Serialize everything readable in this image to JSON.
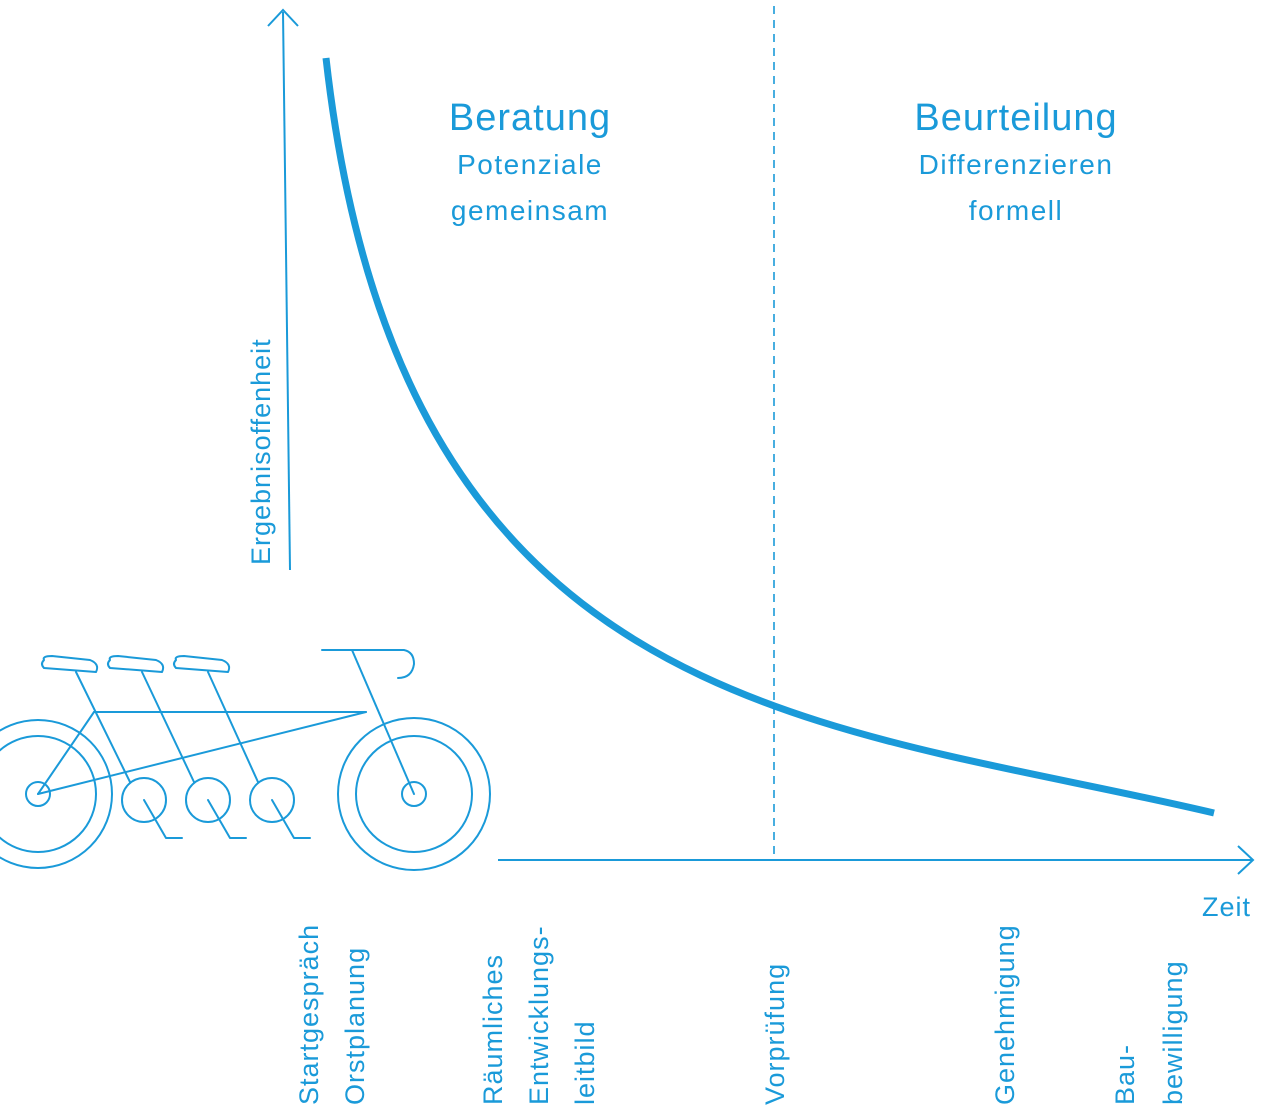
{
  "colors": {
    "accent": "#1a9ad9"
  },
  "axes": {
    "y_label": "Ergebnisoffenheit",
    "x_label": "Zeit"
  },
  "phases": [
    {
      "title": "Beratung",
      "lines": [
        "Potenziale",
        "gemeinsam"
      ]
    },
    {
      "title": "Beurteilung",
      "lines": [
        "Differenzieren",
        "formell"
      ]
    }
  ],
  "milestones": [
    {
      "lines": [
        "Startgespräch",
        "Orstplanung"
      ]
    },
    {
      "lines": [
        "Räumliches",
        "Entwicklungs-",
        "leitbild"
      ]
    },
    {
      "lines": [
        "Vorprüfung"
      ]
    },
    {
      "lines": [
        "Genehmigung"
      ]
    },
    {
      "lines": [
        "Bau-",
        "bewilligung"
      ]
    }
  ],
  "illustration": {
    "icon": "tandem-bicycle-icon"
  },
  "divider": {
    "style": "dashed"
  }
}
